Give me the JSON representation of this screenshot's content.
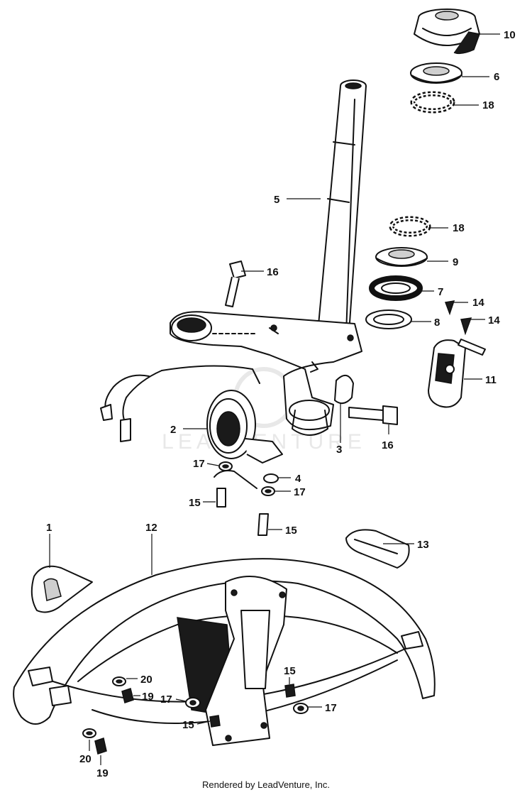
{
  "diagram": {
    "watermark": "LEADVENTURE",
    "footer": "Rendered by LeadVenture, Inc.",
    "labels": {
      "p10": "10",
      "p6": "6",
      "p18a": "18",
      "p5": "5",
      "p18b": "18",
      "p9": "9",
      "p7": "7",
      "p8": "8",
      "p16a": "16",
      "p14a": "14",
      "p14b": "14",
      "p11": "11",
      "p2": "2",
      "p3": "3",
      "p16b": "16",
      "p17a": "17",
      "p4": "4",
      "p17b": "17",
      "p15a": "15",
      "p15b": "15",
      "p1": "1",
      "p12": "12",
      "p13": "13",
      "p20a": "20",
      "p19a": "19",
      "p17c": "17",
      "p15c": "15",
      "p17d": "17",
      "p15d": "15",
      "p20b": "20",
      "p19b": "19"
    }
  }
}
